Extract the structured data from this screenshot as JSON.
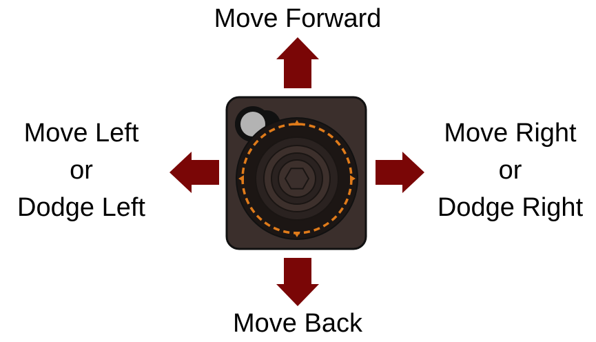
{
  "labels": {
    "forward": "Move Forward",
    "back": "Move Back",
    "left": [
      "Move Left",
      "or",
      "Dodge Left"
    ],
    "right": [
      "Move Right",
      "or",
      "Dodge Right"
    ]
  },
  "colors": {
    "arrow": "#7a0606",
    "pad_body": "#3b2f2c",
    "pad_outline": "#111111",
    "ring": "#e07b1a",
    "button": "#b3b3b3"
  },
  "icons": {
    "control": "thumbstick-icon",
    "arrows": [
      "arrow-up-icon",
      "arrow-down-icon",
      "arrow-left-icon",
      "arrow-right-icon"
    ]
  }
}
